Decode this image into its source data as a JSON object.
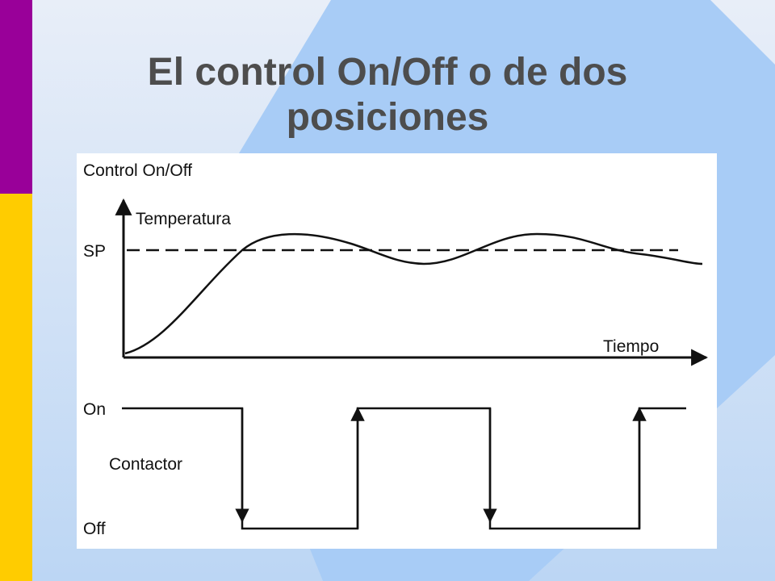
{
  "slide": {
    "title": "El control On/Off o de dos posiciones",
    "colors": {
      "background": "#a8ccf6",
      "background_light": "#dce8f8",
      "left_bar_top": "#990099",
      "left_bar_bottom": "#ffcc00",
      "title_text": "#4d4d4d"
    }
  },
  "diagram": {
    "heading": "Control On/Off",
    "temperature_label": "Temperatura",
    "setpoint_label": "SP",
    "time_label": "Tiempo",
    "on_label": "On",
    "contactor_label": "Contactor",
    "off_label": "Off"
  }
}
